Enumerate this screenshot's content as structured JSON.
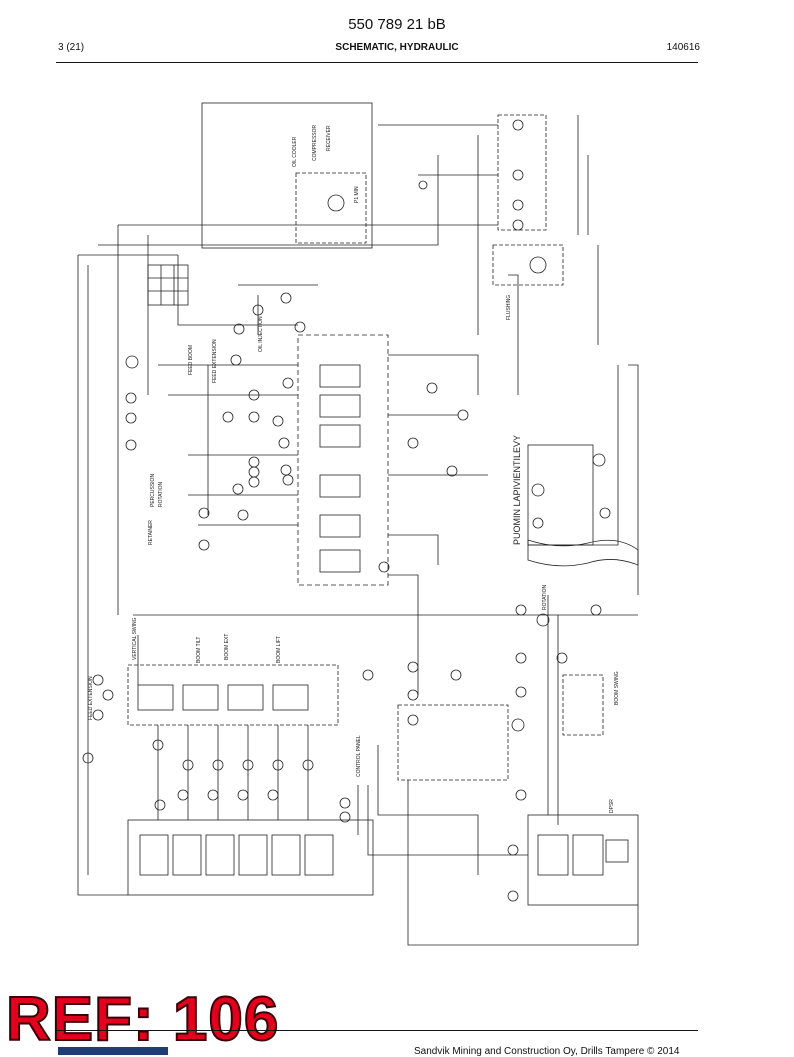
{
  "header": {
    "doc_number": "550 789 21 bB",
    "page": "3 (21)",
    "title": "SCHEMATIC, HYDRAULIC",
    "date": "140616"
  },
  "schematic": {
    "labels": {
      "oil_cooler": "OIL COOLER",
      "compressor": "COMPRESSOR",
      "receiver": "RECEIVER",
      "ps1_min": "P1 MIN",
      "feed_boom": "FEED BOOM",
      "feed_extension": "FEED EXTENSION",
      "oil_injection": "OIL INJECTION",
      "percussion": "PERCUSSION",
      "rotation": "ROTATION",
      "retainer": "RETAINER",
      "vertical_swing": "VERTICAL SWING",
      "boom_tilt": "BOOM TILT",
      "boom_ext": "BOOM EXT",
      "boom_lift": "BOOM LIFT",
      "feed_extension_lower": "FEED EXTENSION",
      "control_panel": "CONTROL PANEL",
      "boom_swing": "BOOM SWING",
      "puomin_lapivientilevy": "PUOMIN LAPIVIENTILEVY",
      "rotation_right": "ROTATION",
      "dpsr": "DPSR",
      "flushing": "FLUSHING"
    }
  },
  "stamp": {
    "text": "REF: 106"
  },
  "footer": {
    "copyright": "Sandvik Mining and Construction Oy, Drills Tampere © 2014"
  }
}
